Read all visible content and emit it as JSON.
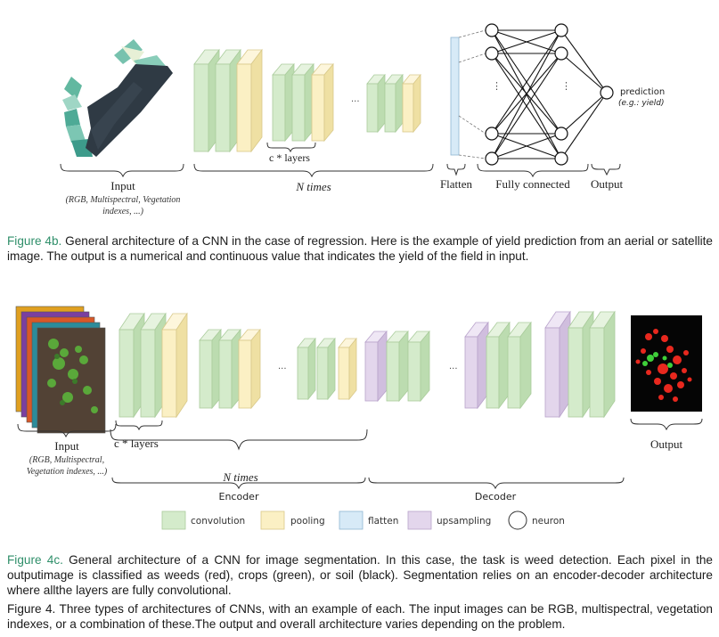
{
  "figure_4b": {
    "input_label": "Input",
    "input_sub1": "(RGB, Multispectral, Vegetation",
    "input_sub2": "indexes, ...)",
    "c_layers": "c * layers",
    "n_times": "N times",
    "flatten": "Flatten",
    "fully_connected": "Fully connected",
    "output": "Output",
    "prediction": "prediction",
    "prediction_sub": "(e.g.: yield)",
    "ellipsis": "...",
    "vdots": "⋮"
  },
  "caption_4b": {
    "label": "Figure 4b.",
    "text": " General architecture of a CNN in the case of regression. Here is the example of yield prediction from an aerial or satellite image. The output is a numerical and continuous value that indicates the yield of the field in input."
  },
  "figure_4c": {
    "input_label": "Input",
    "input_sub1": "(RGB, Multispectral,",
    "input_sub2": "Vegetation indexes, ...)",
    "c_layers": "c * layers",
    "n_times": "N times",
    "encoder": "Encoder",
    "decoder": "Decoder",
    "output": "Output",
    "ellipsis": "...",
    "legend": [
      {
        "label": "convolution",
        "color": "#d4ebcb"
      },
      {
        "label": "pooling",
        "color": "#fbf0c4"
      },
      {
        "label": "flatten",
        "color": "#d7eaf7"
      },
      {
        "label": "upsampling",
        "color": "#e3d6ec"
      },
      {
        "label": "neuron",
        "color": "#ffffff"
      }
    ]
  },
  "caption_4c": {
    "label": "Figure 4c.",
    "text": " General architecture of a CNN for image segmentation. In this case, the task is weed detection. Each pixel in the outputimage is classified as weeds (red), crops (green), or soil (black). Segmentation relies on an encoder-decoder architecture where allthe layers are fully convolutional."
  },
  "caption_4": {
    "text": "Figure 4. Three types of architectures of CNNs, with an example of each. The input images can be RGB, multispectral, vegetation indexes, or a combination of these.The output and overall architecture varies depending on the problem."
  },
  "colors": {
    "conv": "#d4ebcb",
    "conv_side": "#bcdcb0",
    "pool": "#fbf0c4",
    "pool_side": "#efe0a3",
    "flatten": "#d7eaf7",
    "upsample": "#e3d6ec",
    "upsample_side": "#d0bede",
    "caption_label": "#2f8f6a"
  }
}
